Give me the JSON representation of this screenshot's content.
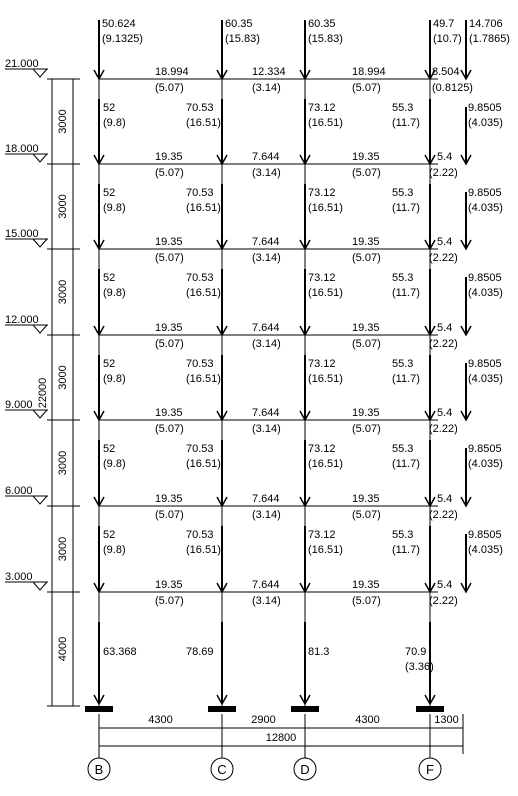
{
  "frame": {
    "axes": [
      "B",
      "C",
      "D",
      "F"
    ],
    "spans": [
      "4300",
      "2900",
      "4300"
    ],
    "overhang": "1300",
    "total_width": "12800",
    "total_height": "22000",
    "storey_heights": [
      "3000",
      "3000",
      "3000",
      "3000",
      "3000",
      "3000",
      "4000"
    ],
    "levels": [
      "21.000",
      "18.000",
      "15.000",
      "12.000",
      "9.000",
      "6.000",
      "3.000"
    ],
    "roof_loads": [
      {
        "main": "50.624",
        "sub": "(9.1325)"
      },
      {
        "main": "60.35",
        "sub": "(15.83)"
      },
      {
        "main": "60.35",
        "sub": "(15.83)"
      },
      {
        "main": "49.7",
        "sub": "(10.7)"
      },
      {
        "main": "14.706",
        "sub": "(1.7865)"
      }
    ],
    "roof_beam_loads": [
      {
        "main": "18.994",
        "sub": "(5.07)"
      },
      {
        "main": "12.334",
        "sub": "(3.14)"
      },
      {
        "main": "18.994",
        "sub": "(5.07)"
      },
      {
        "main": "8.504",
        "sub": "(0.8125)"
      }
    ],
    "floor_col_loads": [
      {
        "main": "52",
        "sub": "(9.8)"
      },
      {
        "main": "70.53",
        "sub": "(16.51)"
      },
      {
        "main": "73.12",
        "sub": "(16.51)"
      },
      {
        "main": "55.3",
        "sub": "(11.7)"
      },
      {
        "main": "9.8505",
        "sub": "(4.035)"
      }
    ],
    "floor_beam_loads": [
      {
        "main": "19.35",
        "sub": "(5.07)"
      },
      {
        "main": "7.644",
        "sub": "(3.14)"
      },
      {
        "main": "19.35",
        "sub": "(5.07)"
      },
      {
        "main": "5.4",
        "sub": "(2.22)"
      }
    ],
    "ground_loads": [
      {
        "main": "63.368",
        "sub": ""
      },
      {
        "main": "78.69",
        "sub": ""
      },
      {
        "main": "81.3",
        "sub": ""
      },
      {
        "main": "70.9",
        "sub": "(3.36)"
      }
    ]
  }
}
